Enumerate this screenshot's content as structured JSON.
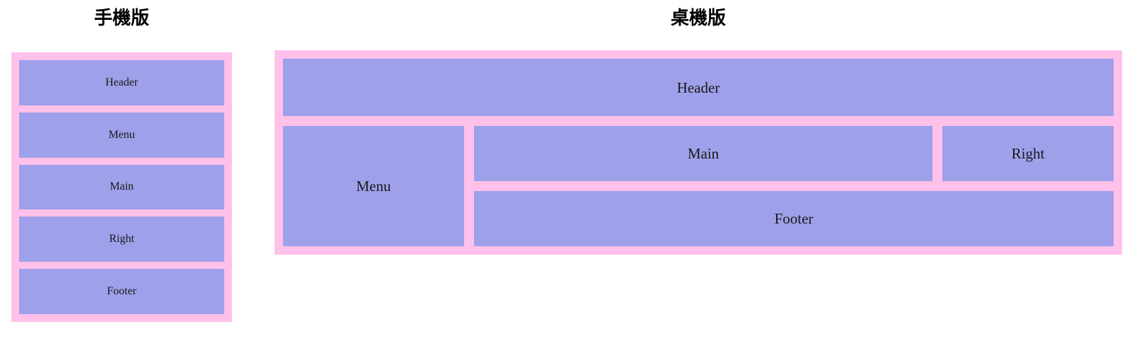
{
  "page": {
    "background_color": "#ffffff",
    "frame_color": "#ffc1e9",
    "block_color": "#9fa0ea",
    "text_color": "#1a1a1a"
  },
  "mobile": {
    "title": "手機版",
    "blocks": [
      {
        "label": "Header"
      },
      {
        "label": "Menu"
      },
      {
        "label": "Main"
      },
      {
        "label": "Right"
      },
      {
        "label": "Footer"
      }
    ]
  },
  "desktop": {
    "title": "桌機版",
    "blocks": {
      "header": "Header",
      "menu": "Menu",
      "main": "Main",
      "right": "Right",
      "footer": "Footer"
    }
  }
}
